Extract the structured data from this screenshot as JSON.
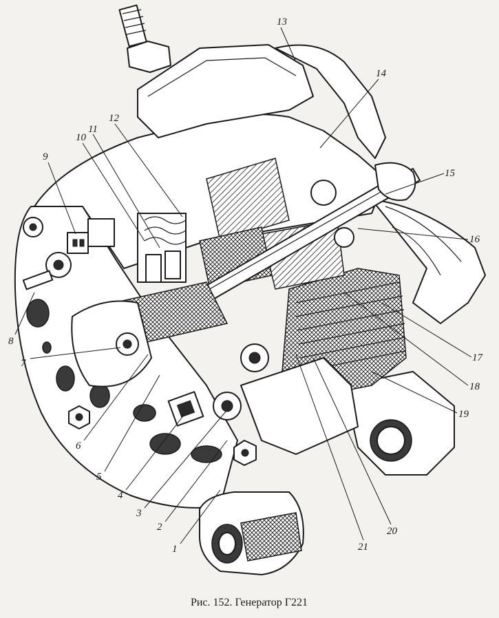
{
  "caption": "Рис. 152. Генератор Г221",
  "callouts": [
    {
      "num": "1"
    },
    {
      "num": "2"
    },
    {
      "num": "3"
    },
    {
      "num": "4"
    },
    {
      "num": "5"
    },
    {
      "num": "6"
    },
    {
      "num": "7"
    },
    {
      "num": "8"
    },
    {
      "num": "9"
    },
    {
      "num": "10"
    },
    {
      "num": "11"
    },
    {
      "num": "12"
    },
    {
      "num": "13"
    },
    {
      "num": "14"
    },
    {
      "num": "15"
    },
    {
      "num": "16"
    },
    {
      "num": "17"
    },
    {
      "num": "18"
    },
    {
      "num": "19"
    },
    {
      "num": "20"
    },
    {
      "num": "21"
    }
  ]
}
